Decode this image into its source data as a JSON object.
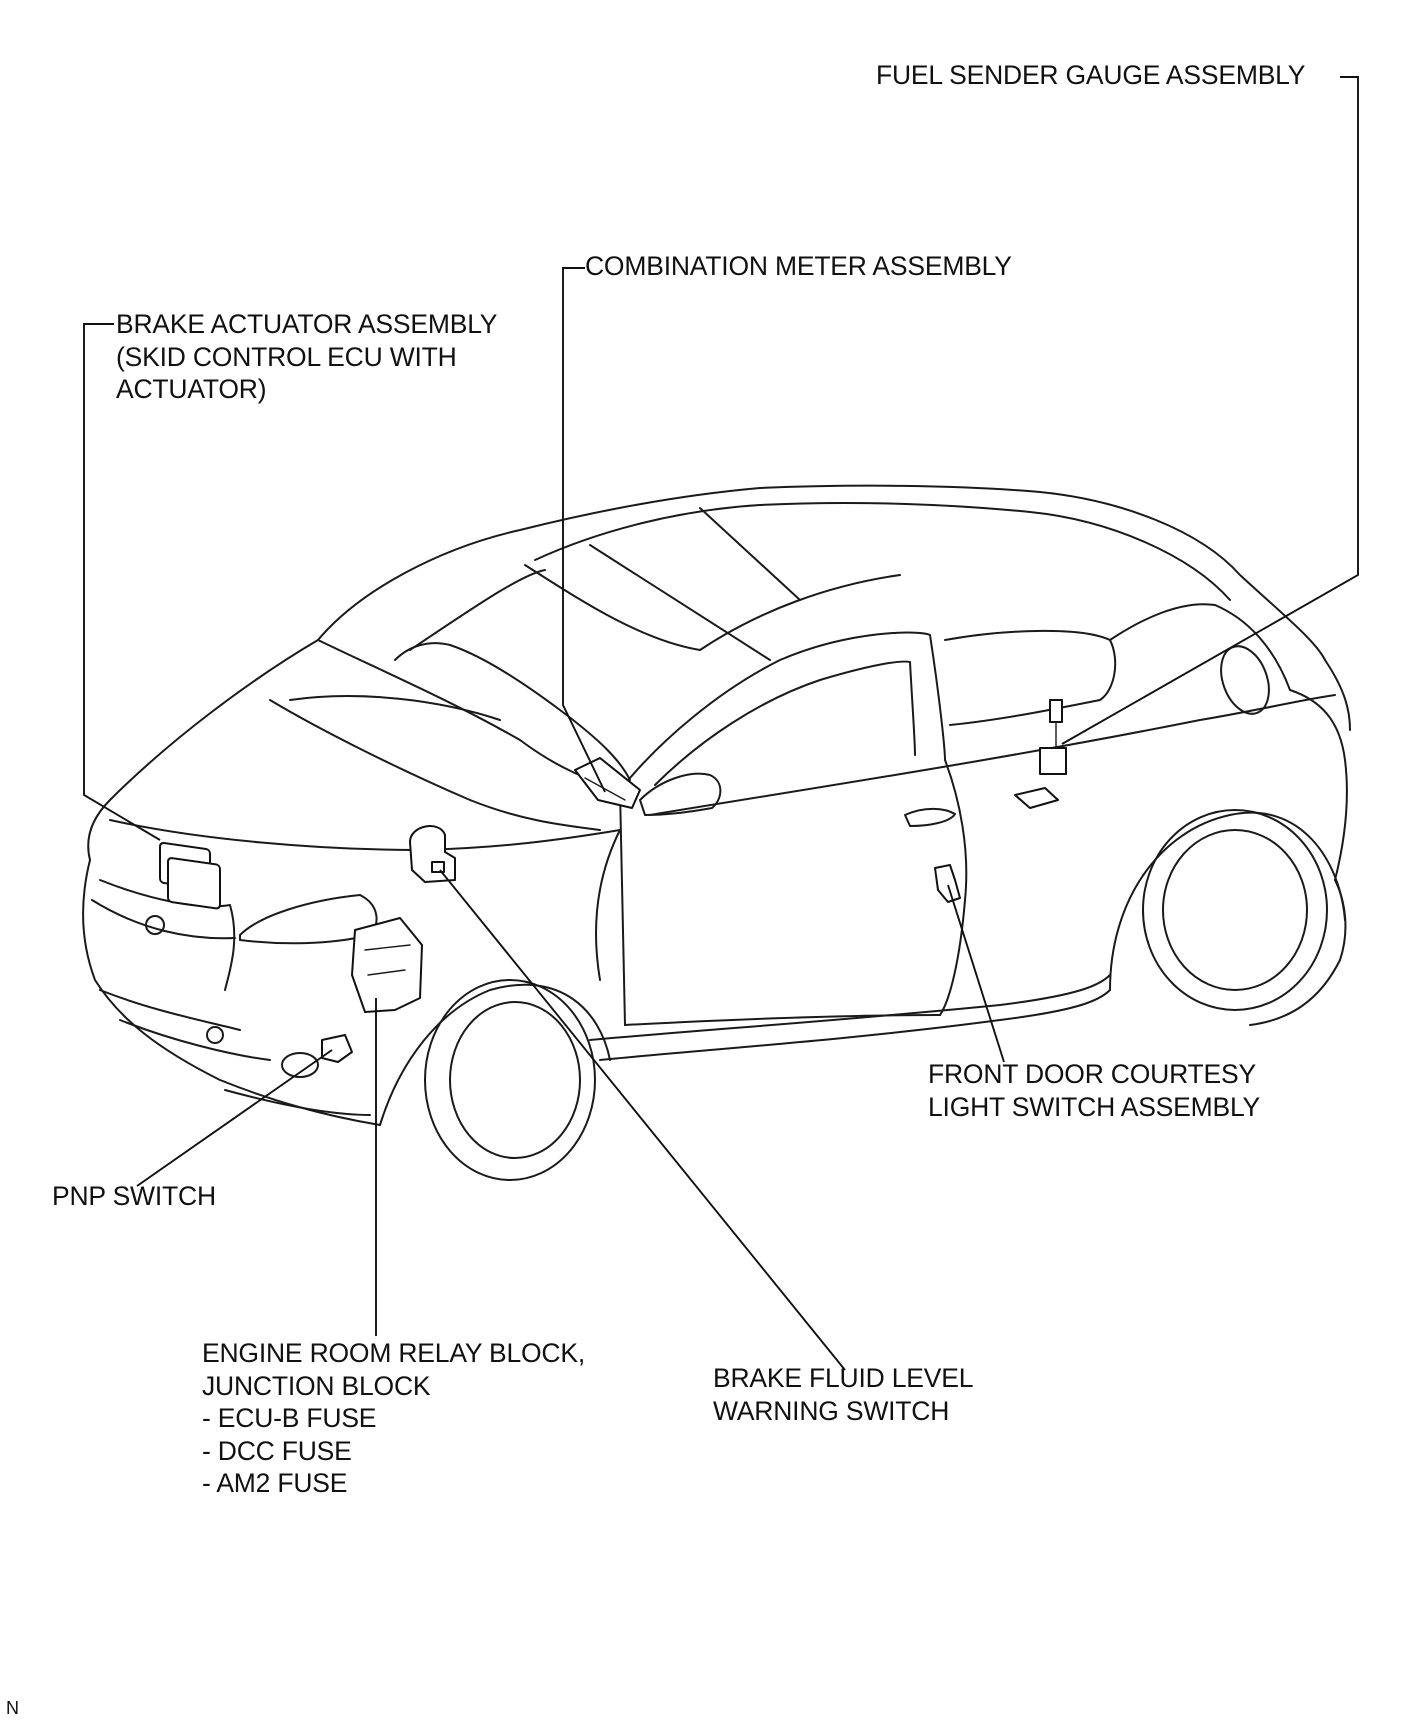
{
  "labels": {
    "fuel_sender": [
      "FUEL SENDER GAUGE ASSEMBLY"
    ],
    "combination_meter": [
      "COMBINATION METER ASSEMBLY"
    ],
    "brake_actuator": [
      "BRAKE ACTUATOR ASSEMBLY",
      "(SKID CONTROL ECU WITH",
      "ACTUATOR)"
    ],
    "front_door_courtesy": [
      "FRONT DOOR COURTESY",
      "LIGHT SWITCH ASSEMBLY"
    ],
    "pnp_switch": [
      "PNP SWITCH"
    ],
    "engine_room_relay": [
      "ENGINE ROOM RELAY BLOCK,",
      "JUNCTION BLOCK",
      "- ECU-B FUSE",
      "- DCC FUSE",
      "- AM2 FUSE"
    ],
    "brake_fluid": [
      "BRAKE FLUID LEVEL",
      "WARNING SWITCH"
    ]
  },
  "figure_code": "N"
}
